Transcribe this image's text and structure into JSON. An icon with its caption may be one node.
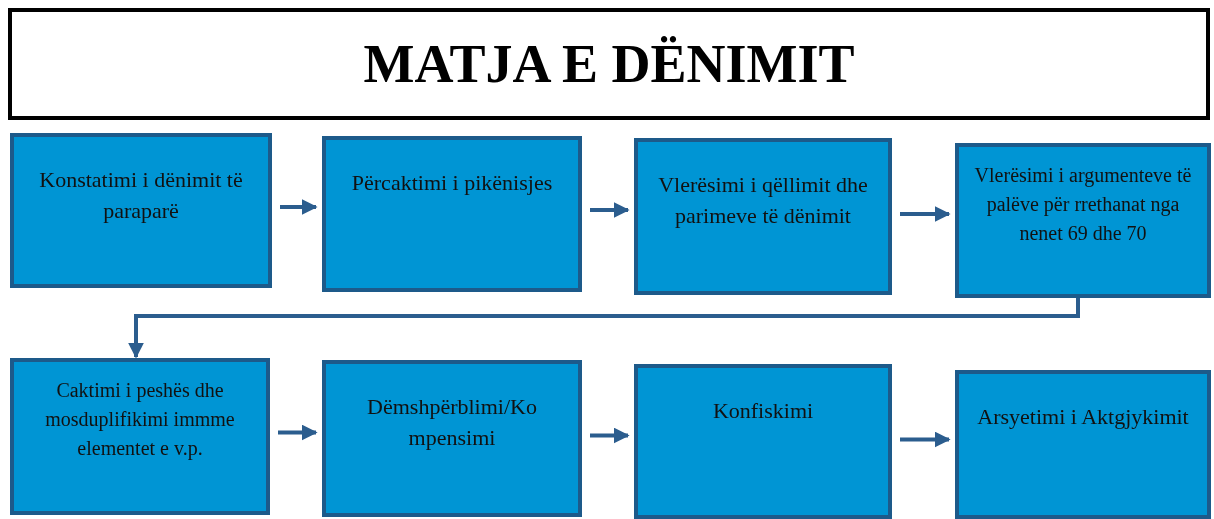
{
  "diagram": {
    "title": "MATJA E DËNIMIT",
    "nodes": [
      {
        "text": [
          "Konstatimi i dënimit të paraparë"
        ]
      },
      {
        "text": [
          "Përcaktimi i pikënisjes"
        ]
      },
      {
        "text": [
          "Vlerësimi i qëllimit dhe parimeve të dënimit"
        ]
      },
      {
        "text": [
          "Vlerësimi i argumenteve të palëve për rrethanat nga nenet 69 dhe 70"
        ]
      },
      {
        "text": [
          "Caktimi i peshës dhe mosduplifikimi immme elementet e v.p."
        ]
      },
      {
        "text": [
          "Dëmshpërblimi/Ko mpensimi"
        ]
      },
      {
        "text": [
          "Konfiskimi"
        ]
      },
      {
        "text": [
          "Arsyetimi i Aktgjykimit"
        ]
      }
    ],
    "edges": [
      {
        "from": 0,
        "to": 1,
        "arrow": "to"
      },
      {
        "from": 1,
        "to": 2,
        "arrow": "to"
      },
      {
        "from": 2,
        "to": 3,
        "arrow": "to"
      },
      {
        "from": 3,
        "to": 4,
        "arrow": "to"
      },
      {
        "from": 4,
        "to": 5,
        "arrow": "to"
      },
      {
        "from": 5,
        "to": 6,
        "arrow": "to"
      },
      {
        "from": 6,
        "to": 7,
        "arrow": "to"
      }
    ]
  }
}
